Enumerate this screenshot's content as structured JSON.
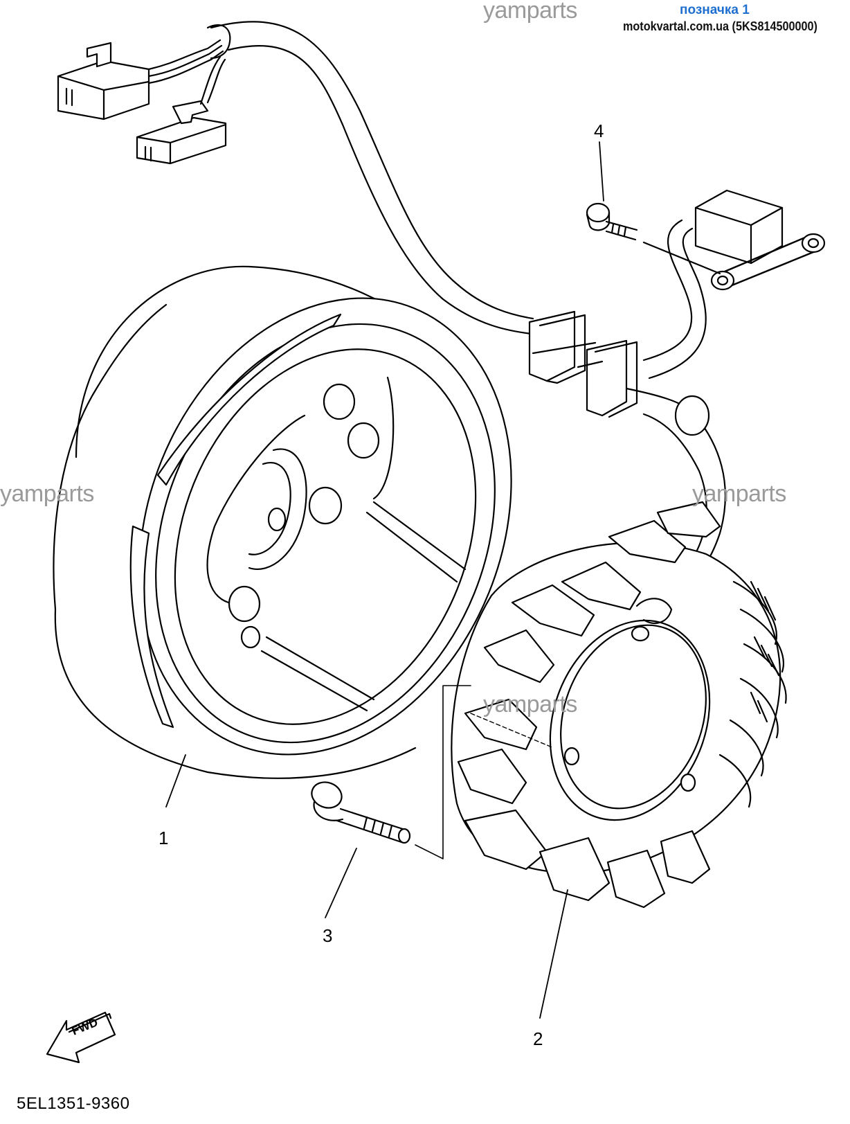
{
  "header": {
    "label_link": "позначка 1",
    "site": "motokvartal.com.ua (5KS814500000)"
  },
  "watermarks": [
    "yamparts",
    "yamparts",
    "yamparts",
    "yamparts"
  ],
  "callouts": [
    "1",
    "2",
    "3",
    "4"
  ],
  "direction_badge": "FWD",
  "part_number": "5EL1351-9360"
}
